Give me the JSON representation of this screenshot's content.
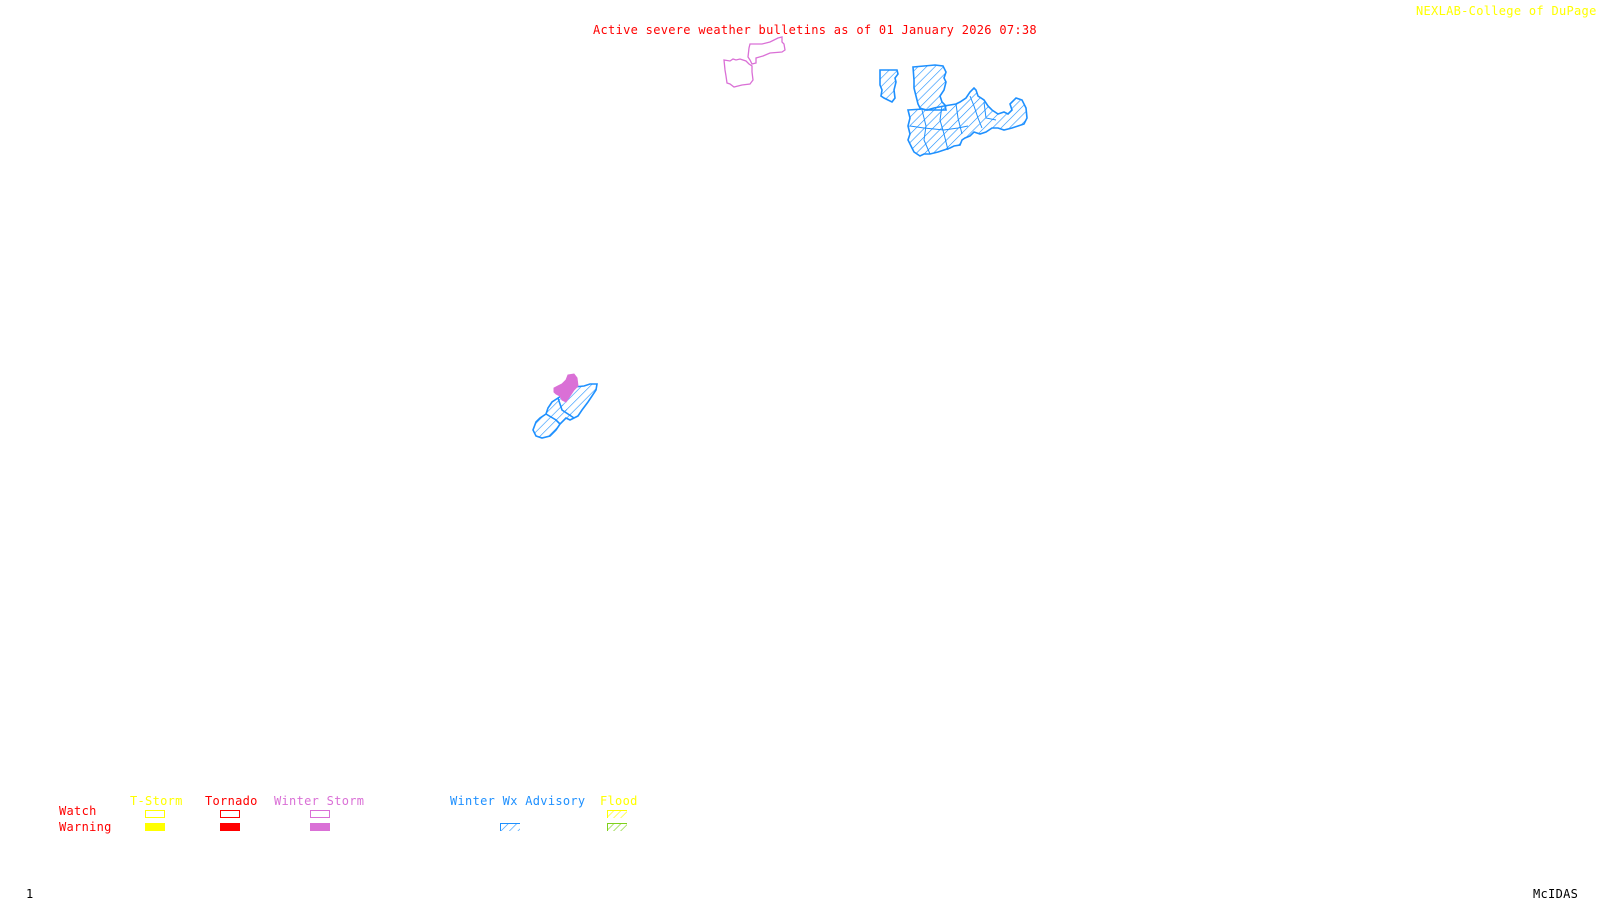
{
  "header": {
    "title": "Active severe weather bulletins as of 01 January 2026 07:38",
    "credit": "NEXLAB-College of DuPage",
    "credit_icon": "nexlab-logo-icon"
  },
  "footer": {
    "frame_number": "1",
    "software": "McIDAS"
  },
  "colors": {
    "title": "#ff0000",
    "credit": "#ffff00",
    "tstorm": "#ffff00",
    "tornado": "#ff0000",
    "winter_storm": "#da70d6",
    "winter_wx_advisory": "#1e90ff",
    "flood_watch": "#ffff00",
    "flood_warning": "#7fd11b",
    "footer": "#000000"
  },
  "legend": {
    "row_labels": {
      "watch": "Watch",
      "warning": "Warning"
    },
    "categories": [
      {
        "key": "tstorm",
        "label": "T-Storm",
        "watch": "outline",
        "warning": "solid"
      },
      {
        "key": "tornado",
        "label": "Tornado",
        "watch": "outline",
        "warning": "solid"
      },
      {
        "key": "winter_storm",
        "label": "Winter Storm",
        "watch": "outline",
        "warning": "solid"
      },
      {
        "key": "winter_wx_advisory",
        "label": "Winter Wx Advisory",
        "watch": "none",
        "warning": "hatched"
      },
      {
        "key": "flood",
        "label": "Flood",
        "watch": "hatched",
        "warning": "hatched"
      }
    ]
  },
  "alerts": [
    {
      "type": "Winter Storm Watch",
      "style": "outline",
      "region": "northern-area"
    },
    {
      "type": "Winter Weather Advisory",
      "style": "hatched",
      "region": "northeast-coastal"
    },
    {
      "type": "Winter Weather Advisory",
      "style": "hatched",
      "region": "central-area"
    },
    {
      "type": "Winter Storm Warning",
      "style": "solid",
      "region": "central-area"
    }
  ]
}
